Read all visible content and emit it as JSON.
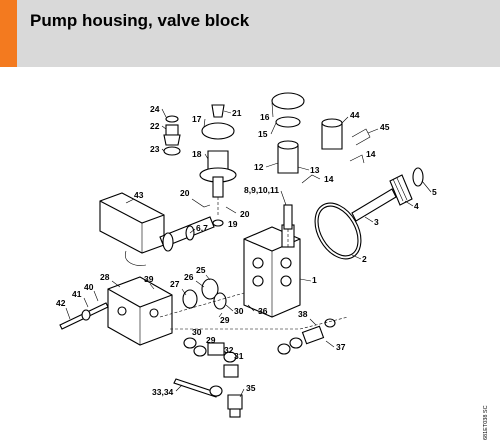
{
  "header": {
    "title": "Pump housing, valve block",
    "accent_color": "#f37a1f",
    "background_color": "#d9d9d9"
  },
  "diagram": {
    "callouts": [
      {
        "id": "c1",
        "label": "1"
      },
      {
        "id": "c2",
        "label": "2"
      },
      {
        "id": "c3",
        "label": "3"
      },
      {
        "id": "c4",
        "label": "4"
      },
      {
        "id": "c5",
        "label": "5"
      },
      {
        "id": "c67",
        "label": "6,7"
      },
      {
        "id": "c891011",
        "label": "8,9,10,11"
      },
      {
        "id": "c12",
        "label": "12"
      },
      {
        "id": "c13",
        "label": "13"
      },
      {
        "id": "c14a",
        "label": "14"
      },
      {
        "id": "c14b",
        "label": "14"
      },
      {
        "id": "c15",
        "label": "15"
      },
      {
        "id": "c16",
        "label": "16"
      },
      {
        "id": "c17",
        "label": "17"
      },
      {
        "id": "c18",
        "label": "18"
      },
      {
        "id": "c19",
        "label": "19"
      },
      {
        "id": "c20a",
        "label": "20"
      },
      {
        "id": "c20b",
        "label": "20"
      },
      {
        "id": "c21",
        "label": "21"
      },
      {
        "id": "c22",
        "label": "22"
      },
      {
        "id": "c23",
        "label": "23"
      },
      {
        "id": "c24",
        "label": "24"
      },
      {
        "id": "c25",
        "label": "25"
      },
      {
        "id": "c26",
        "label": "26"
      },
      {
        "id": "c27",
        "label": "27"
      },
      {
        "id": "c28",
        "label": "28"
      },
      {
        "id": "c29a",
        "label": "29"
      },
      {
        "id": "c29b",
        "label": "29"
      },
      {
        "id": "c30a",
        "label": "30"
      },
      {
        "id": "c30b",
        "label": "30"
      },
      {
        "id": "c31",
        "label": "31"
      },
      {
        "id": "c32",
        "label": "32"
      },
      {
        "id": "c3334",
        "label": "33,34"
      },
      {
        "id": "c35",
        "label": "35"
      },
      {
        "id": "c36",
        "label": "36"
      },
      {
        "id": "c37",
        "label": "37"
      },
      {
        "id": "c38",
        "label": "38"
      },
      {
        "id": "c39",
        "label": "39"
      },
      {
        "id": "c40",
        "label": "40"
      },
      {
        "id": "c41",
        "label": "41"
      },
      {
        "id": "c42",
        "label": "42"
      },
      {
        "id": "c43",
        "label": "43"
      },
      {
        "id": "c44",
        "label": "44"
      },
      {
        "id": "c45",
        "label": "45"
      }
    ],
    "drawing_code": "681ET038 SC"
  }
}
